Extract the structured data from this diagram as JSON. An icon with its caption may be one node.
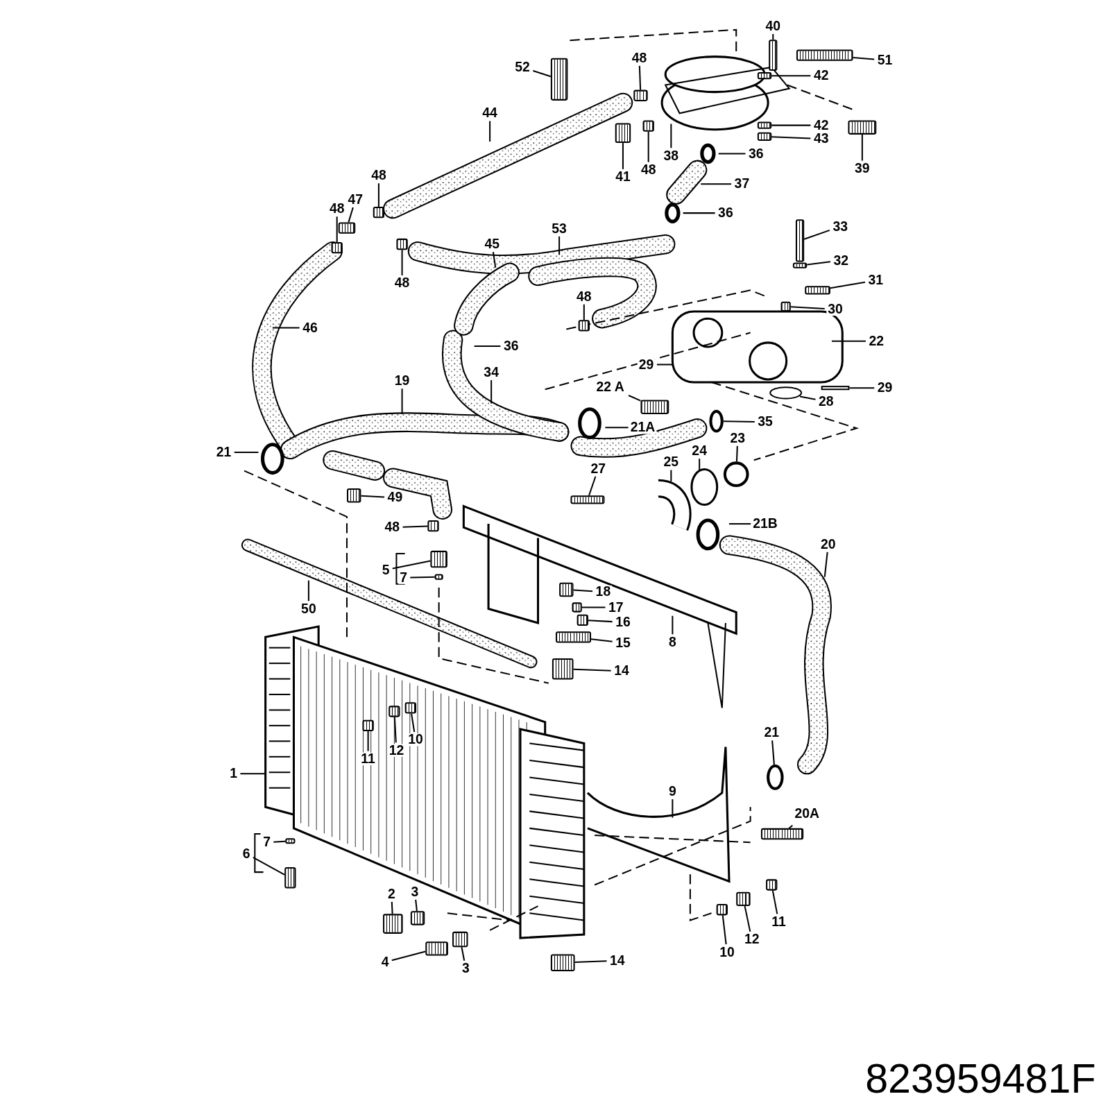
{
  "diagram": {
    "nodes": [
      {
        "text": [
          "52"
        ]
      },
      {
        "text": [
          "48"
        ]
      },
      {
        "text": [
          "40"
        ]
      },
      {
        "text": [
          "51"
        ]
      },
      {
        "text": [
          "42"
        ]
      },
      {
        "text": [
          "44"
        ]
      },
      {
        "text": [
          "48"
        ]
      },
      {
        "text": [
          "47"
        ]
      },
      {
        "text": [
          "48"
        ]
      },
      {
        "text": [
          "42"
        ]
      },
      {
        "text": [
          "43"
        ]
      },
      {
        "text": [
          "39"
        ]
      },
      {
        "text": [
          "41"
        ]
      },
      {
        "text": [
          "48"
        ]
      },
      {
        "text": [
          "38"
        ]
      },
      {
        "text": [
          "36"
        ]
      },
      {
        "text": [
          "37"
        ]
      },
      {
        "text": [
          "36"
        ]
      },
      {
        "text": [
          "53"
        ]
      },
      {
        "text": [
          "45"
        ]
      },
      {
        "text": [
          "48"
        ]
      },
      {
        "text": [
          "33"
        ]
      },
      {
        "text": [
          "32"
        ]
      },
      {
        "text": [
          "31"
        ]
      },
      {
        "text": [
          "48"
        ]
      },
      {
        "text": [
          "30"
        ]
      },
      {
        "text": [
          "46"
        ]
      },
      {
        "text": [
          "36"
        ]
      },
      {
        "text": [
          "22"
        ]
      },
      {
        "text": [
          "29"
        ]
      },
      {
        "text": [
          "19"
        ]
      },
      {
        "text": [
          "34"
        ]
      },
      {
        "text": [
          "22 A"
        ]
      },
      {
        "text": [
          "29"
        ]
      },
      {
        "text": [
          "28"
        ]
      },
      {
        "text": [
          "21A"
        ]
      },
      {
        "text": [
          "35"
        ]
      },
      {
        "text": [
          "21"
        ]
      },
      {
        "text": [
          "24"
        ]
      },
      {
        "text": [
          "23"
        ]
      },
      {
        "text": [
          "25"
        ]
      },
      {
        "text": [
          "27"
        ]
      },
      {
        "text": [
          "49"
        ]
      },
      {
        "text": [
          "21B"
        ]
      },
      {
        "text": [
          "48"
        ]
      },
      {
        "text": [
          "20"
        ]
      },
      {
        "text": [
          "5"
        ]
      },
      {
        "text": [
          "7"
        ]
      },
      {
        "text": [
          "18"
        ]
      },
      {
        "text": [
          "50"
        ]
      },
      {
        "text": [
          "17"
        ]
      },
      {
        "text": [
          "16"
        ]
      },
      {
        "text": [
          "15"
        ]
      },
      {
        "text": [
          "8"
        ]
      },
      {
        "text": [
          "14"
        ]
      },
      {
        "text": [
          "11"
        ]
      },
      {
        "text": [
          "12"
        ]
      },
      {
        "text": [
          "10"
        ]
      },
      {
        "text": [
          "21"
        ]
      },
      {
        "text": [
          "1"
        ]
      },
      {
        "text": [
          "9"
        ]
      },
      {
        "text": [
          "20A"
        ]
      },
      {
        "text": [
          "7"
        ]
      },
      {
        "text": [
          "6"
        ]
      },
      {
        "text": [
          "2"
        ]
      },
      {
        "text": [
          "3"
        ]
      },
      {
        "text": [
          "11"
        ]
      },
      {
        "text": [
          "12"
        ]
      },
      {
        "text": [
          "10"
        ]
      },
      {
        "text": [
          "4"
        ]
      },
      {
        "text": [
          "3"
        ]
      },
      {
        "text": [
          "14"
        ]
      },
      {
        "text": [],
        "shape": "picture"
      },
      {
        "text": [],
        "shape": "picture"
      },
      {
        "text": [],
        "shape": "picture"
      },
      {
        "text": [],
        "shape": "picture"
      },
      {
        "text": [],
        "shape": "picture"
      },
      {
        "text": [],
        "shape": "picture"
      },
      {
        "text": [],
        "shape": "picture"
      },
      {
        "text": [],
        "shape": "picture"
      },
      {
        "text": [],
        "shape": "picture"
      },
      {
        "text": [],
        "shape": "picture"
      },
      {
        "text": [],
        "shape": "picture"
      },
      {
        "text": [],
        "shape": "picture"
      },
      {
        "text": [],
        "shape": "picture"
      },
      {
        "text": [],
        "shape": "picture"
      },
      {
        "text": [],
        "shape": "picture"
      },
      {
        "text": [],
        "shape": "picture"
      },
      {
        "text": [],
        "shape": "picture"
      },
      {
        "text": [],
        "shape": "picture"
      },
      {
        "text": [],
        "shape": "picture"
      },
      {
        "text": [],
        "shape": "picture"
      },
      {
        "text": [],
        "shape": "picture"
      },
      {
        "text": [],
        "shape": "picture"
      },
      {
        "text": [],
        "shape": "picture"
      },
      {
        "text": [],
        "shape": "picture"
      },
      {
        "text": [],
        "shape": "picture"
      },
      {
        "text": [],
        "shape": "picture"
      },
      {
        "text": [],
        "shape": "picture"
      },
      {
        "text": [],
        "shape": "picture"
      },
      {
        "text": [],
        "shape": "picture"
      },
      {
        "text": [],
        "shape": "picture"
      },
      {
        "text": [],
        "shape": "picture"
      },
      {
        "text": [],
        "shape": "picture"
      },
      {
        "text": [],
        "shape": "picture"
      },
      {
        "text": [],
        "shape": "picture"
      },
      {
        "text": [],
        "shape": "picture"
      },
      {
        "text": [],
        "shape": "picture"
      },
      {
        "text": [],
        "shape": "picture"
      },
      {
        "text": [],
        "shape": "picture"
      },
      {
        "text": [],
        "shape": "picture"
      },
      {
        "text": [],
        "shape": "picture"
      },
      {
        "text": [],
        "shape": "picture"
      },
      {
        "text": [],
        "shape": "picture"
      },
      {
        "text": [],
        "shape": "picture"
      },
      {
        "text": [],
        "shape": "picture"
      },
      {
        "text": [],
        "shape": "box"
      },
      {
        "text": [],
        "shape": "circle"
      },
      {
        "text": [],
        "shape": "circle"
      },
      {
        "text": [],
        "shape": "circle"
      }
    ],
    "edges": [
      {
        "from": 0,
        "to": 72,
        "arrow": "none"
      },
      {
        "from": 1,
        "to": 73,
        "arrow": "none"
      },
      {
        "from": 2,
        "to": 74,
        "arrow": "none"
      },
      {
        "from": 3,
        "to": 115,
        "arrow": "none"
      },
      {
        "from": 4,
        "to": 75,
        "arrow": "none"
      },
      {
        "from": 5,
        "to": null,
        "arrow": "none"
      },
      {
        "from": 6,
        "to": 82,
        "arrow": "none"
      },
      {
        "from": 7,
        "to": 81,
        "arrow": "none"
      },
      {
        "from": 8,
        "to": 83,
        "arrow": "none"
      },
      {
        "from": 9,
        "to": 76,
        "arrow": "none"
      },
      {
        "from": 10,
        "to": 77,
        "arrow": "none"
      },
      {
        "from": 11,
        "to": 78,
        "arrow": "none"
      },
      {
        "from": 12,
        "to": 79,
        "arrow": "none"
      },
      {
        "from": 13,
        "to": 80,
        "arrow": "none"
      },
      {
        "from": 14,
        "to": null,
        "arrow": "none"
      },
      {
        "from": 15,
        "to": null,
        "arrow": "none"
      },
      {
        "from": 16,
        "to": null,
        "arrow": "none"
      },
      {
        "from": 17,
        "to": null,
        "arrow": "none"
      },
      {
        "from": 18,
        "to": null,
        "arrow": "none"
      },
      {
        "from": 19,
        "to": null,
        "arrow": "none"
      },
      {
        "from": 20,
        "to": 84,
        "arrow": "none"
      },
      {
        "from": 21,
        "to": 86,
        "arrow": "none"
      },
      {
        "from": 22,
        "to": 87,
        "arrow": "none"
      },
      {
        "from": 23,
        "to": 88,
        "arrow": "none"
      },
      {
        "from": 24,
        "to": 85,
        "arrow": "none"
      },
      {
        "from": 25,
        "to": 89,
        "arrow": "none"
      },
      {
        "from": 26,
        "to": null,
        "arrow": "none"
      },
      {
        "from": 27,
        "to": null,
        "arrow": "none"
      },
      {
        "from": 28,
        "to": null,
        "arrow": "none"
      },
      {
        "from": 29,
        "to": null,
        "arrow": "none"
      },
      {
        "from": 30,
        "to": null,
        "arrow": "none"
      },
      {
        "from": 31,
        "to": null,
        "arrow": "none"
      },
      {
        "from": 32,
        "to": 90,
        "arrow": "none"
      },
      {
        "from": 33,
        "to": 116,
        "arrow": "none"
      },
      {
        "from": 34,
        "to": null,
        "arrow": "none"
      },
      {
        "from": 35,
        "to": null,
        "arrow": "none"
      },
      {
        "from": 36,
        "to": 117,
        "arrow": "none"
      },
      {
        "from": 37,
        "to": null,
        "arrow": "none"
      },
      {
        "from": 38,
        "to": null,
        "arrow": "none"
      },
      {
        "from": 39,
        "to": 118,
        "arrow": "none"
      },
      {
        "from": 40,
        "to": null,
        "arrow": "none"
      },
      {
        "from": 41,
        "to": 91,
        "arrow": "none"
      },
      {
        "from": 42,
        "to": 92,
        "arrow": "none"
      },
      {
        "from": 43,
        "to": null,
        "arrow": "none"
      },
      {
        "from": 44,
        "to": 93,
        "arrow": "none"
      },
      {
        "from": 45,
        "to": null,
        "arrow": "none"
      },
      {
        "from": 46,
        "to": 94,
        "arrow": "none"
      },
      {
        "from": 47,
        "to": 95,
        "arrow": "none"
      },
      {
        "from": 48,
        "to": 96,
        "arrow": "none"
      },
      {
        "from": 49,
        "to": null,
        "arrow": "none"
      },
      {
        "from": 50,
        "to": 97,
        "arrow": "none"
      },
      {
        "from": 51,
        "to": 98,
        "arrow": "none"
      },
      {
        "from": 52,
        "to": 99,
        "arrow": "none"
      },
      {
        "from": 53,
        "to": null,
        "arrow": "none"
      },
      {
        "from": 54,
        "to": 100,
        "arrow": "none"
      },
      {
        "from": 55,
        "to": 101,
        "arrow": "none"
      },
      {
        "from": 56,
        "to": 102,
        "arrow": "none"
      },
      {
        "from": 57,
        "to": 103,
        "arrow": "none"
      },
      {
        "from": 58,
        "to": 119,
        "arrow": "none"
      },
      {
        "from": 59,
        "to": null,
        "arrow": "none"
      },
      {
        "from": 60,
        "to": null,
        "arrow": "none"
      },
      {
        "from": 61,
        "to": 114,
        "arrow": "none"
      },
      {
        "from": 62,
        "to": 104,
        "arrow": "none"
      },
      {
        "from": 63,
        "to": 105,
        "arrow": "none"
      },
      {
        "from": 64,
        "to": 106,
        "arrow": "none"
      },
      {
        "from": 65,
        "to": 107,
        "arrow": "none"
      },
      {
        "from": 66,
        "to": 112,
        "arrow": "none"
      },
      {
        "from": 67,
        "to": 111,
        "arrow": "none"
      },
      {
        "from": 68,
        "to": 113,
        "arrow": "none"
      },
      {
        "from": 69,
        "to": 108,
        "arrow": "none"
      },
      {
        "from": 70,
        "to": 109,
        "arrow": "none"
      },
      {
        "from": 71,
        "to": 110,
        "arrow": "none"
      }
    ],
    "labels": [
      "823959481F"
    ]
  }
}
